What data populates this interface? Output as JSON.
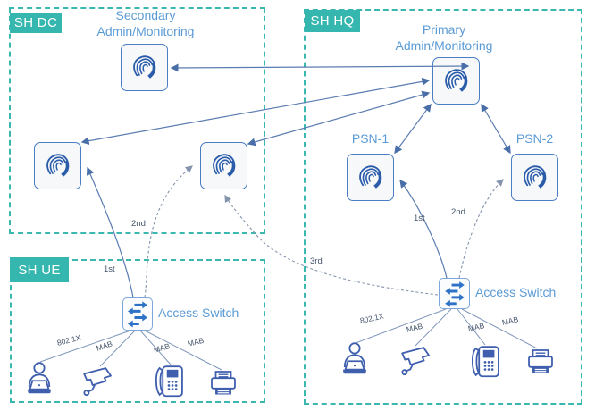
{
  "regions": {
    "dc": {
      "label": "SH DC"
    },
    "hq": {
      "label": "SH HQ"
    },
    "ue": {
      "label": "SH UE"
    }
  },
  "nodes": {
    "secondary": {
      "line1": "Secondary",
      "line2": "Admin/Monitoring"
    },
    "primary": {
      "line1": "Primary",
      "line2": "Admin/Monitoring"
    },
    "psn1": {
      "label": "PSN-1"
    },
    "psn2": {
      "label": "PSN-2"
    }
  },
  "switches": {
    "ue_label": "Access Switch",
    "hq_label": "Access Switch"
  },
  "connections": [
    {
      "from": "secondary-admin",
      "to": "primary-admin",
      "style": "solid",
      "arrows": "both",
      "label": ""
    },
    {
      "from": "dc-ise-node-left",
      "to": "primary-admin",
      "style": "solid",
      "arrows": "both",
      "label": ""
    },
    {
      "from": "dc-ise-node-middle",
      "to": "primary-admin",
      "style": "solid",
      "arrows": "both",
      "label": ""
    },
    {
      "from": "primary-admin",
      "to": "psn-1",
      "style": "solid",
      "arrows": "both",
      "label": ""
    },
    {
      "from": "primary-admin",
      "to": "psn-2",
      "style": "solid",
      "arrows": "both",
      "label": ""
    },
    {
      "from": "ue-access-switch",
      "to": "dc-ise-node-left",
      "style": "solid",
      "arrows": "end",
      "label": "1st"
    },
    {
      "from": "ue-access-switch",
      "to": "dc-ise-node-middle",
      "style": "dashed",
      "arrows": "end",
      "label": "2nd"
    },
    {
      "from": "hq-access-switch",
      "to": "psn-1",
      "style": "solid",
      "arrows": "end",
      "label": "1st"
    },
    {
      "from": "hq-access-switch",
      "to": "psn-2",
      "style": "dashed",
      "arrows": "end",
      "label": "2nd"
    },
    {
      "from": "hq-access-switch",
      "to": "dc-ise-node-middle",
      "style": "dashed",
      "arrows": "end",
      "label": "3rd"
    },
    {
      "from": "ue-access-switch",
      "to": "ue-user-laptop",
      "style": "solid",
      "arrows": "none",
      "label": "802.1X"
    },
    {
      "from": "ue-access-switch",
      "to": "ue-ip-camera",
      "style": "solid",
      "arrows": "none",
      "label": "MAB"
    },
    {
      "from": "ue-access-switch",
      "to": "ue-ip-phone",
      "style": "solid",
      "arrows": "none",
      "label": "MAB"
    },
    {
      "from": "ue-access-switch",
      "to": "ue-printer",
      "style": "solid",
      "arrows": "none",
      "label": "MAB"
    },
    {
      "from": "hq-access-switch",
      "to": "hq-user-laptop",
      "style": "solid",
      "arrows": "none",
      "label": "802.1X"
    },
    {
      "from": "hq-access-switch",
      "to": "hq-ip-camera",
      "style": "solid",
      "arrows": "none",
      "label": "MAB"
    },
    {
      "from": "hq-access-switch",
      "to": "hq-ip-phone",
      "style": "solid",
      "arrows": "none",
      "label": "MAB"
    },
    {
      "from": "hq-access-switch",
      "to": "hq-printer",
      "style": "solid",
      "arrows": "none",
      "label": "MAB"
    }
  ],
  "icons": {
    "ise_node": "fingerprint-icon",
    "switch": "switch-arrows-icon",
    "endpoints": [
      "user-laptop-icon",
      "ip-camera-icon",
      "ip-phone-icon",
      "printer-icon"
    ]
  },
  "colors": {
    "teal": "#35b6ae",
    "node_border": "#4a7dc4",
    "title_blue": "#5b9bd5",
    "line_solid": "#5b7cb0",
    "line_dashed": "#8494ad",
    "icon_blue": "#3f5fae",
    "fingerprint_blue": "#2a5caa",
    "label_dark": "#44546a"
  }
}
